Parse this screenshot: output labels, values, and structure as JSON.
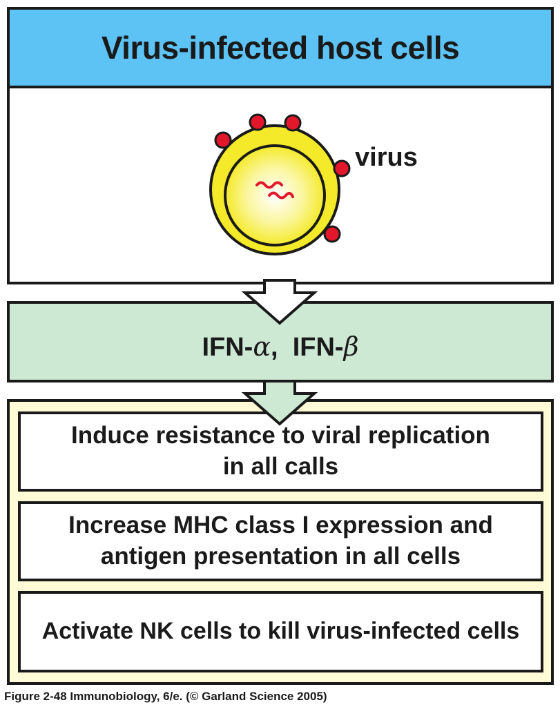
{
  "header": {
    "title": "Virus-infected host cells"
  },
  "cell_panel": {
    "virus_label": "virus"
  },
  "ifn": {
    "alpha_prefix": "IFN-",
    "alpha_symbol": "α",
    "separator": ",",
    "beta_prefix": "IFN-",
    "beta_symbol": "β"
  },
  "effects": [
    {
      "line1": "Induce resistance to viral replication",
      "line2": "in all calls"
    },
    {
      "line1": "Increase MHC class I expression and",
      "line2": "antigen presentation in all cells"
    },
    {
      "line1": "Activate NK cells to kill virus-infected cells"
    }
  ],
  "caption": "Figure 2-48  Immunobiology, 6/e. (© Garland Science 2005)",
  "colors": {
    "header_bg": "#5cc3f4",
    "ifn_bg": "#cde8d3",
    "effects_frame_bg": "#fffbd6",
    "cell_yellow": "#f4ea2a",
    "virus_red": "#e2172c"
  }
}
